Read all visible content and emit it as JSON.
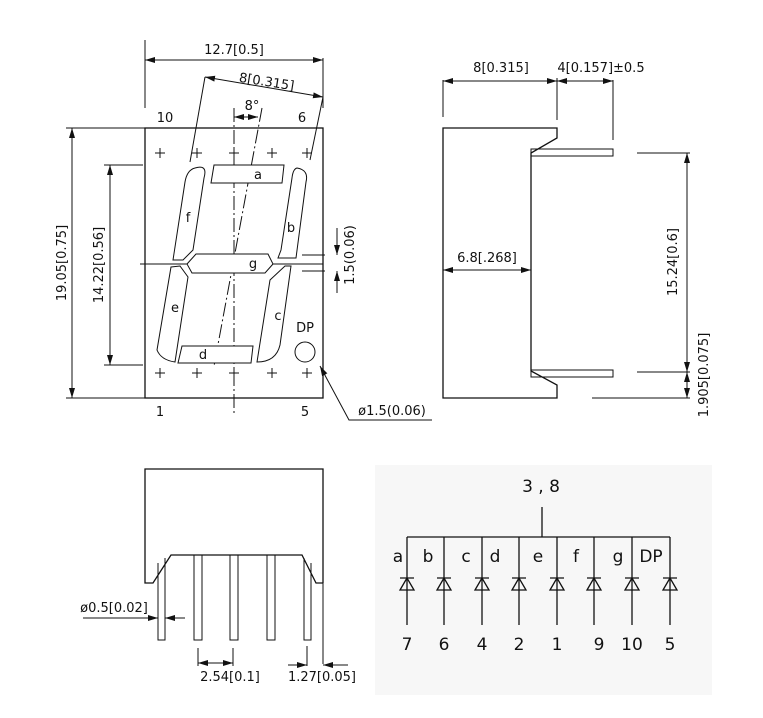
{
  "front_view": {
    "width_dim": "12.7[0.5]",
    "digit_width_dim": "8[0.315]",
    "slant_angle": "8°",
    "height_dim": "19.05[0.75]",
    "digit_height_dim": "14.22[0.56]",
    "segment_width_dim": "1.5(0.06)",
    "dp_diameter_dim": "ø1.5(0.06)",
    "pin_labels": {
      "top_left": "10",
      "top_right": "6",
      "bottom_left": "1",
      "bottom_right": "5"
    },
    "segments": {
      "a": "a",
      "b": "b",
      "c": "c",
      "d": "d",
      "e": "e",
      "f": "f",
      "g": "g",
      "dp": "DP"
    }
  },
  "side_view": {
    "body_depth_dim": "8[0.315]",
    "pin_length_dim": "4[0.157]±0.5",
    "inner_depth_dim": "6.8[.268]",
    "pin_row_spacing_dim": "15.24[0.6]",
    "pin_edge_offset_dim": "1.905[0.075]"
  },
  "bottom_view": {
    "pin_diameter_dim": "ø0.5[0.02]",
    "pin_pitch_dim": "2.54[0.1]",
    "edge_offset_dim": "1.27[0.05]"
  },
  "schematic": {
    "common_pins": "3 , 8",
    "channels": [
      {
        "segment": "a",
        "pin": "7"
      },
      {
        "segment": "b",
        "pin": "6"
      },
      {
        "segment": "c",
        "pin": "4"
      },
      {
        "segment": "d",
        "pin": "2"
      },
      {
        "segment": "e",
        "pin": "1"
      },
      {
        "segment": "f",
        "pin": "9"
      },
      {
        "segment": "g",
        "pin": "10"
      },
      {
        "segment": "DP",
        "pin": "5"
      }
    ]
  }
}
